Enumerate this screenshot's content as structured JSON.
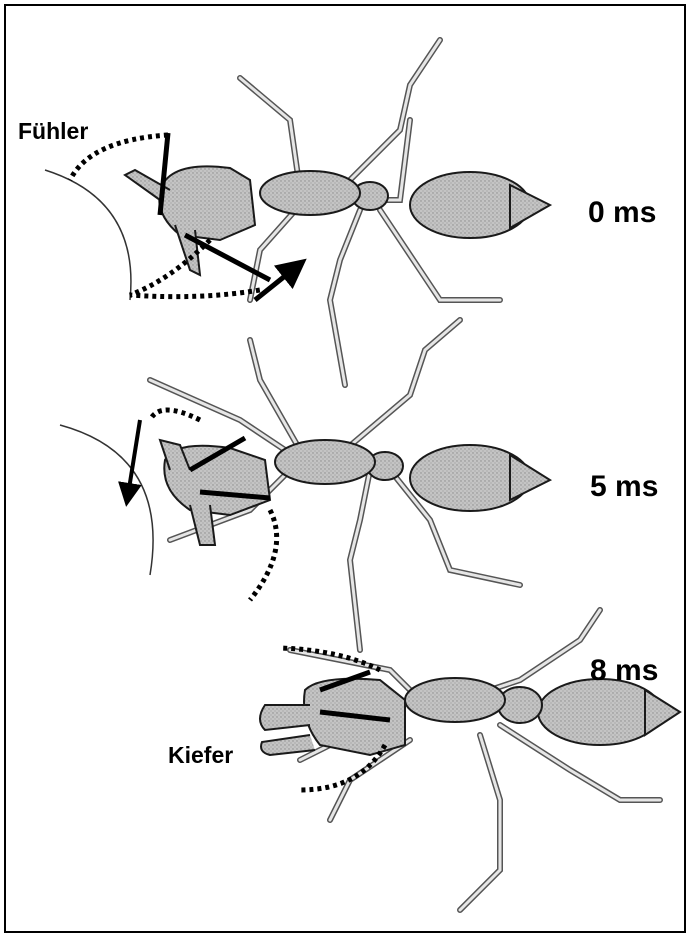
{
  "labels": {
    "antenna": "Fühler",
    "jaw": "Kiefer"
  },
  "stages": [
    {
      "time": "0 ms"
    },
    {
      "time": "5 ms"
    },
    {
      "time": "8 ms"
    }
  ],
  "colors": {
    "body_fill": "#b9b9b9",
    "outline": "#1a1a1a",
    "marker": "#000000"
  }
}
